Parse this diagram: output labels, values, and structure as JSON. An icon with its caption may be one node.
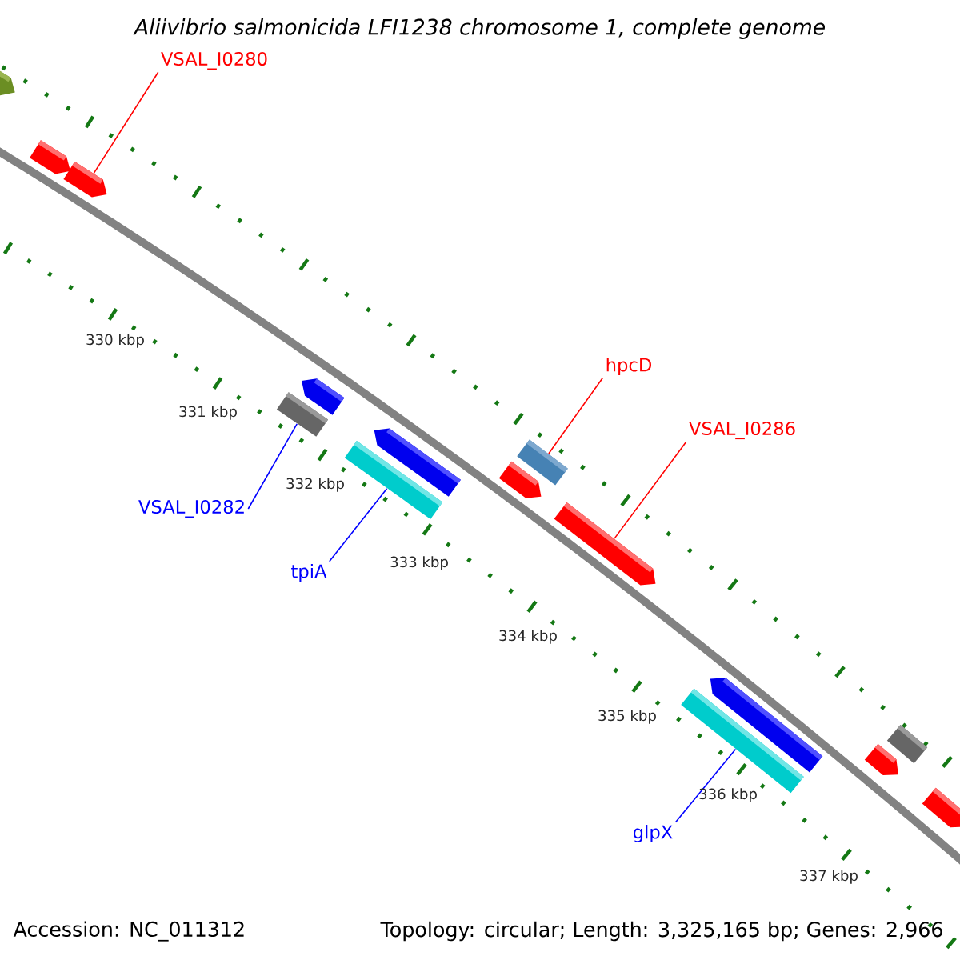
{
  "diagram": {
    "title": "Aliivibrio salmonicida LFI1238 chromosome 1, complete genome",
    "nodes": [
      {
        "text": [
          "VSAL_I0280"
        ]
      },
      {
        "text": [
          "hpcD"
        ]
      },
      {
        "text": [
          "VSAL_I0286"
        ]
      },
      {
        "text": [
          "VSAL_I0282"
        ]
      },
      {
        "text": [
          "tpiA"
        ]
      },
      {
        "text": [
          "glpX"
        ]
      },
      {
        "text": [],
        "shape": "pentagon"
      },
      {
        "text": [],
        "shape": "pentagon"
      },
      {
        "text": [],
        "shape": "pentagon"
      },
      {
        "text": [],
        "shape": "pentagon"
      },
      {
        "text": [],
        "shape": "box"
      },
      {
        "text": [],
        "shape": "pentagon"
      },
      {
        "text": [],
        "shape": "box"
      },
      {
        "text": [],
        "shape": "box"
      },
      {
        "text": [],
        "shape": "pentagon"
      },
      {
        "text": [],
        "shape": "pentagon"
      },
      {
        "text": [],
        "shape": "pentagon"
      },
      {
        "text": [],
        "shape": "box"
      },
      {
        "text": [],
        "shape": "box"
      },
      {
        "text": [],
        "shape": "pentagon"
      },
      {
        "text": [],
        "shape": "pentagon"
      }
    ],
    "edges": [
      {
        "from": 0,
        "to": 8,
        "arrow": "none",
        "color": "#ff0000"
      },
      {
        "from": 1,
        "to": 13,
        "arrow": "none",
        "color": "#ff0000"
      },
      {
        "from": 2,
        "to": 15,
        "arrow": "none",
        "color": "#ff0000"
      },
      {
        "from": 3,
        "to": 10,
        "arrow": "none",
        "color": "#0000ff"
      },
      {
        "from": 4,
        "to": 12,
        "arrow": "none",
        "color": "#0000ff"
      },
      {
        "from": 5,
        "to": 17,
        "arrow": "none",
        "color": "#0000ff"
      }
    ],
    "labels": [
      "330 kbp",
      "331 kbp",
      "332 kbp",
      "333 kbp",
      "334 kbp",
      "335 kbp",
      "336 kbp",
      "337 kbp",
      "Accession: NC_011312",
      "Topology: circular; Length: 3,325,165 bp; Genes: 2,966"
    ]
  }
}
